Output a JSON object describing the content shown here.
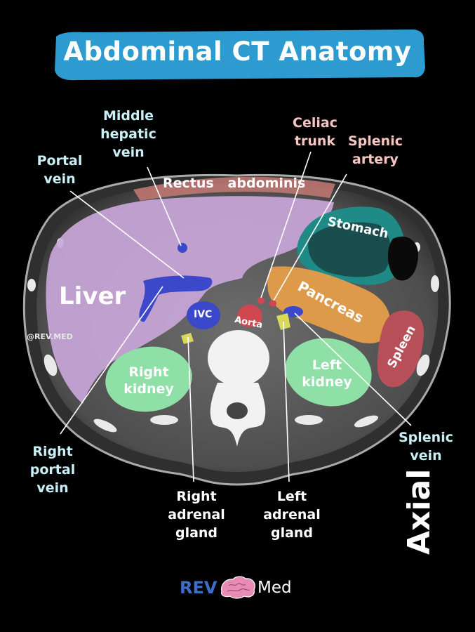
{
  "title": "Abdominal CT Anatomy",
  "view": "Axial",
  "watermark": "@REV.MED",
  "logo": {
    "rev": "REV",
    "med": "Med"
  },
  "colors": {
    "banner": "#2d9bd0",
    "liver": "#c8a6d8",
    "kidney": "#8fe0a6",
    "pancreas": "#e8a04a",
    "spleen": "#b8505a",
    "stomach": "#1f8a86",
    "vessel_blue": "#3a48c9",
    "aorta": "#d0484f",
    "rectus": "#c47a74",
    "adrenal": "#d8d85a",
    "label_cyan": "#c8f0f6",
    "label_pink": "#f7c6c0"
  },
  "labels": {
    "middle_hepatic_vein": [
      "Middle",
      "hepatic",
      "vein"
    ],
    "portal_vein": [
      "Portal",
      "vein"
    ],
    "celiac_trunk": [
      "Celiac",
      "trunk"
    ],
    "splenic_artery": [
      "Splenic",
      "artery"
    ],
    "right_portal_vein": [
      "Right",
      "portal",
      "vein"
    ],
    "right_adrenal_gland": [
      "Right",
      "adrenal",
      "gland"
    ],
    "left_adrenal_gland": [
      "Left",
      "adrenal",
      "gland"
    ],
    "splenic_vein": [
      "Splenic",
      "vein"
    ]
  },
  "organs": {
    "rectus": "Rectus   abdominis",
    "liver": "Liver",
    "stomach": "Stomach",
    "pancreas": "Pancreas",
    "spleen": "Spleen",
    "ivc": "IVC",
    "aorta": "Aorta",
    "right_kidney": [
      "Right",
      "kidney"
    ],
    "left_kidney": [
      "Left",
      "kidney"
    ]
  }
}
